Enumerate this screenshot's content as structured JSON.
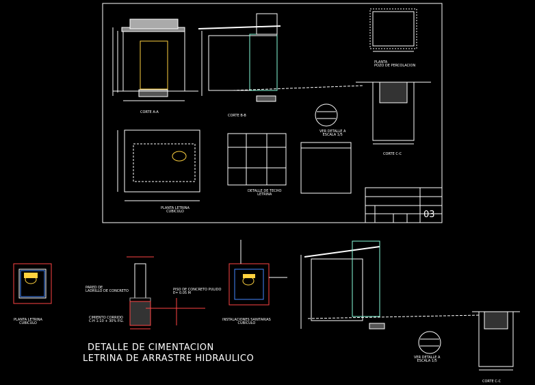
{
  "sheet": {
    "number": "03"
  },
  "titles": {
    "line1": "DETALLE DE CIMENTACION",
    "line2": "LETRINA DE ARRASTRE HIDRAULICO"
  },
  "labels": {
    "corte_aa": "CORTE A-A",
    "corte_bb": "CORTE B-B",
    "corte_cc": "CORTE C-C",
    "planta_pozo": "PLANTA\nPOZO DE PERCOLACION",
    "planta_letrina": "PLANTA LETRINA\nCUBICULO",
    "detalle_techo": "DETALLE DE TECHO\nLETRINA",
    "instalaciones": "INSTALACIONES SANITARIAS\nCUBICULO",
    "ladrillo": "VER DETALLE A\nESCALA 1/5",
    "pared": "PARED DE\nLADRILLO DE CONCRETO",
    "piso": "PISO DE CONCRETO PULIDO\nE= 0.05 M",
    "cimiento": "CIMIENTO CORRIDO\nC:H 1:10 + 30% P.G."
  }
}
